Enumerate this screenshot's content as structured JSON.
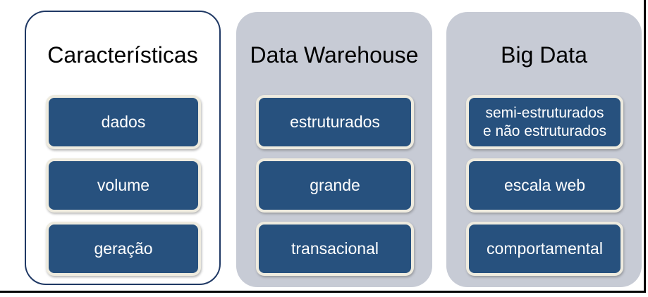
{
  "diagram": {
    "description_role": "comparison of Data Warehouse vs Big Data characteristics",
    "columns": [
      {
        "key": "caracteristicas",
        "title": "Características",
        "variant": "outlined-white",
        "items": [
          "dados",
          "volume",
          "geração"
        ]
      },
      {
        "key": "data-warehouse",
        "title": "Data Warehouse",
        "variant": "filled-gray",
        "items": [
          "estruturados",
          "grande",
          "transacional"
        ]
      },
      {
        "key": "big-data",
        "title": "Big Data",
        "variant": "filled-gray",
        "items": [
          "semi-estruturados\ne não estruturados",
          "escala web",
          "comportamental"
        ]
      }
    ],
    "colors": {
      "pill_fill": "#27517E",
      "pill_border": "#EEEBDF",
      "pill_text": "#FFFFFF",
      "gray_column_fill": "#C7CBD5",
      "outlined_column_border": "#1F3864",
      "outlined_column_fill": "#FFFFFF",
      "title_text": "#000000",
      "crop_lines": "#000000",
      "page_background": "#FFFFFF"
    }
  }
}
